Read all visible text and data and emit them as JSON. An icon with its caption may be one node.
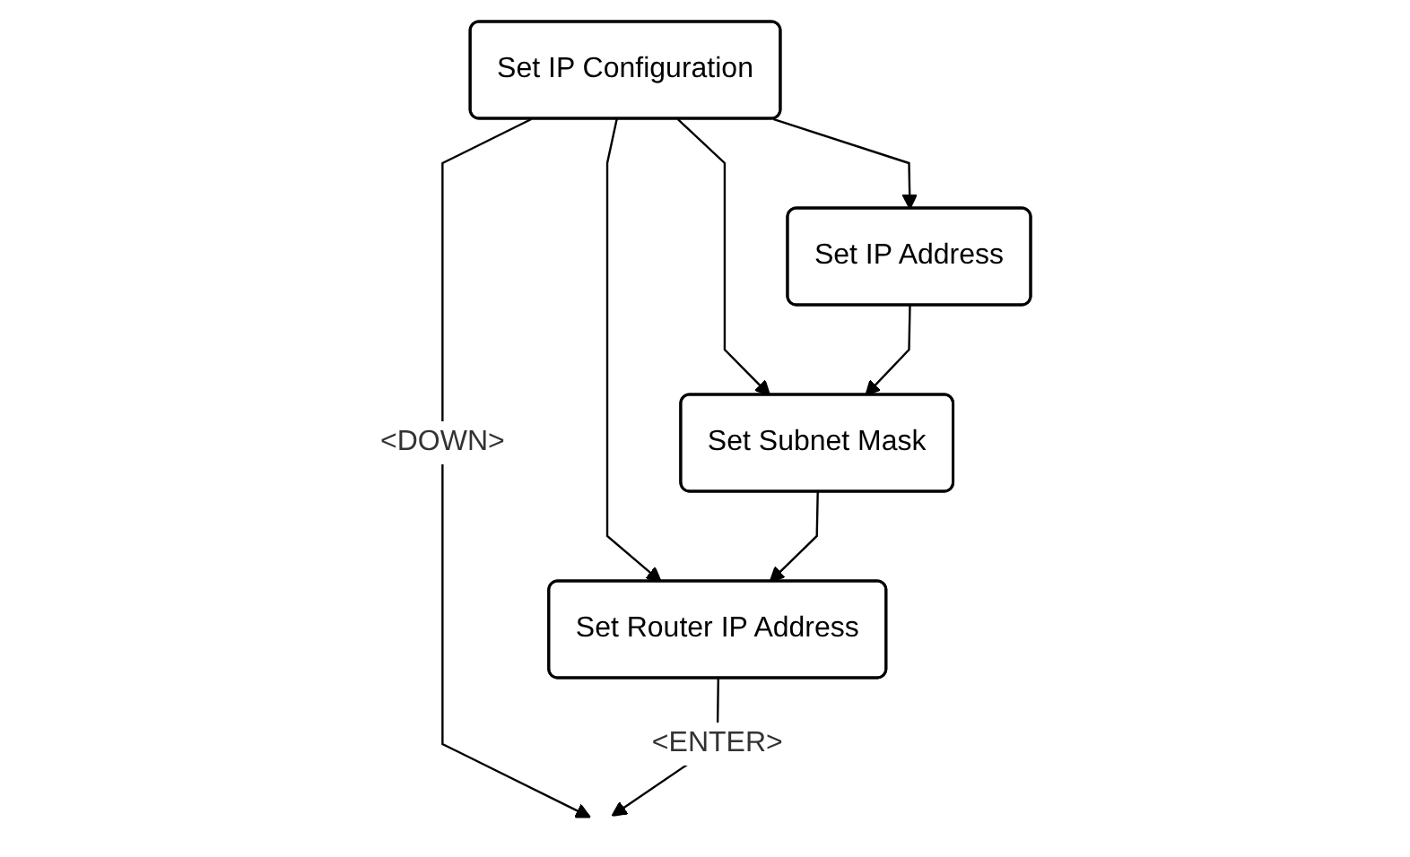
{
  "diagram": {
    "nodes": [
      {
        "text": [
          "Set IP Configuration"
        ]
      },
      {
        "text": [
          "Set IP Address"
        ]
      },
      {
        "text": [
          "Set Subnet Mask"
        ]
      },
      {
        "text": [
          "Set Router IP Address"
        ]
      }
    ],
    "edges": [
      {
        "from": 0,
        "to": 1,
        "arrow": "to"
      },
      {
        "from": 0,
        "to": 2,
        "arrow": "to"
      },
      {
        "from": 0,
        "to": 3,
        "arrow": "to"
      },
      {
        "from": 1,
        "to": 2,
        "arrow": "to"
      },
      {
        "from": 2,
        "to": 3,
        "arrow": "to"
      },
      {
        "from": 0,
        "to": null,
        "label": "<DOWN>",
        "arrow": "to"
      },
      {
        "from": 3,
        "to": null,
        "label": "<ENTER>",
        "arrow": "to"
      }
    ]
  }
}
